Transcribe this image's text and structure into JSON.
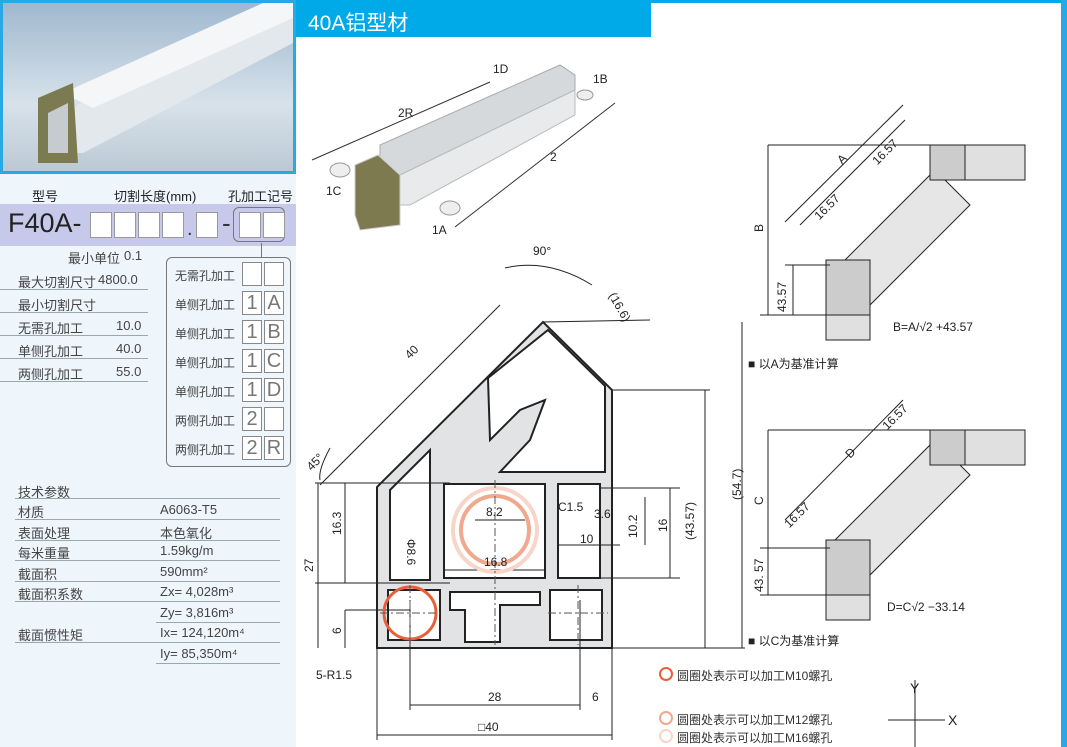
{
  "title": "40A铝型材",
  "order_code": {
    "headers": [
      "型号",
      "切割长度(mm)",
      "孔加工记号"
    ],
    "model": "F40A-",
    "dot": ".",
    "dash": "-"
  },
  "cut_specs": {
    "min_unit_label": "最小单位",
    "min_unit": "0.1",
    "rows": [
      {
        "label": "最大切割尺寸",
        "value": "4800.0"
      },
      {
        "label": "最小切割尺寸",
        "value": ""
      },
      {
        "label": "无需孔加工",
        "value": "10.0"
      },
      {
        "label": "单侧孔加工",
        "value": "40.0"
      },
      {
        "label": "两侧孔加工",
        "value": "55.0"
      }
    ]
  },
  "hole_codes": [
    {
      "label": "无需孔加工",
      "c1": "",
      "c2": ""
    },
    {
      "label": "单侧孔加工",
      "c1": "1",
      "c2": "A"
    },
    {
      "label": "单侧孔加工",
      "c1": "1",
      "c2": "B"
    },
    {
      "label": "单侧孔加工",
      "c1": "1",
      "c2": "C"
    },
    {
      "label": "单侧孔加工",
      "c1": "1",
      "c2": "D"
    },
    {
      "label": "两侧孔加工",
      "c1": "2",
      "c2": ""
    },
    {
      "label": "两侧孔加工",
      "c1": "2",
      "c2": "R"
    }
  ],
  "tech": {
    "heading": "技术参数",
    "rows": [
      {
        "label": "材质",
        "value": "A6063-T5"
      },
      {
        "label": "表面处理",
        "value": "本色氧化"
      },
      {
        "label": "每米重量",
        "value": "1.59kg/m"
      },
      {
        "label": "截面积",
        "value": "590mm²"
      },
      {
        "label": "截面积系数",
        "value": "Zx=  4,028m³"
      },
      {
        "label": "",
        "value": "Zy=  3,816m³"
      },
      {
        "label": "截面惯性矩",
        "value": "Ix= 124,120m⁴"
      },
      {
        "label": "",
        "value": "Iy= 85,350m⁴"
      }
    ]
  },
  "iso_labels": {
    "d1": "1D",
    "b1": "1B",
    "r2": "2R",
    "two": "2",
    "c1": "1C",
    "a1": "1A"
  },
  "dims": {
    "angle90": "90°",
    "d166": "(16.6)",
    "d40": "40",
    "angle45": "45°",
    "d163": "16.3",
    "d27": "27",
    "d6l": "6",
    "d82": "8.2",
    "d168": "16.8",
    "c15": "C1.5",
    "d36": "3.6",
    "d10": "10",
    "d102": "10.2",
    "d16": "16",
    "d4357": "(43.57)",
    "d547": "(54.7)",
    "phi": "Φ8.6",
    "r15": "5-R1.5",
    "d28": "28",
    "d6b": "6",
    "sq40": "□40"
  },
  "calcA": {
    "A": "A",
    "B": "B",
    "d1": "16.57",
    "d2": "16.57",
    "d3": "43.57",
    "formula": "B=A/√2 +43.57",
    "note": "以A为基准计算"
  },
  "calcC": {
    "C": "C",
    "D": "D",
    "d1": "16.57",
    "d2": "16.57",
    "d3": "43. 57",
    "formula": "D=C√2 −33.14",
    "note": "以C为基准计算"
  },
  "legend": [
    {
      "text": "圆圈处表示可以加工M10螺孔",
      "color": "#e8603a"
    },
    {
      "text": "圆圈处表示可以加工M12螺孔",
      "color": "#f0a98e"
    },
    {
      "text": "圆圈处表示可以加工M16螺孔",
      "color": "#f7d5c8"
    }
  ],
  "axes": {
    "x": "X",
    "y": "Y"
  }
}
